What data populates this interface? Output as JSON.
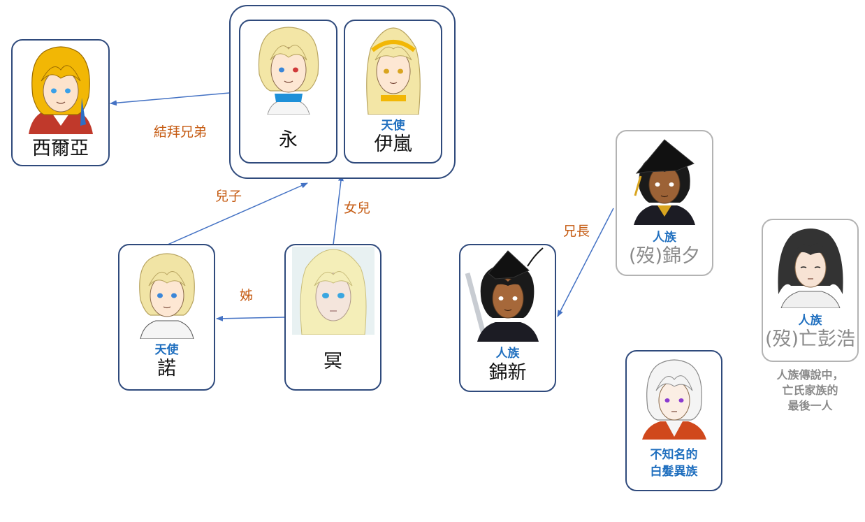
{
  "colors": {
    "card_border": "#2f4a7c",
    "card_border_dead": "#b3b3b3",
    "arrow": "#4472c4",
    "relation_label": "#c55a11",
    "race_label": "#1f6fbf",
    "dead_text": "#8a8a8a"
  },
  "characters": {
    "cilia": {
      "name": "西爾亞",
      "hair": "#f2b705"
    },
    "yong": {
      "name": "永",
      "hair": "#f3e6a6"
    },
    "yilan": {
      "race": "天使",
      "name": "伊嵐",
      "hair": "#f3e6a6"
    },
    "nuo": {
      "race": "天使",
      "name": "諾",
      "hair": "#f1e4a5"
    },
    "ming": {
      "name": "冥",
      "hair": "#f4eeb8"
    },
    "jinxin": {
      "race": "人族",
      "name": "錦新",
      "hair": "#1a1a1a"
    },
    "jinxi": {
      "race": "人族",
      "name": "(歿)錦夕",
      "hair": "#1a1a1a"
    },
    "penghao": {
      "race": "人族",
      "name": "(歿)亡彭浩",
      "hair": "#333333"
    },
    "whitehair": {
      "name_line1": "不知名的",
      "name_line2": "白髮異族",
      "hair": "#f4f4f4"
    }
  },
  "relations": {
    "sworn_brothers": "結拜兄弟",
    "son": "兒子",
    "daughter": "女兒",
    "elder_sister": "姊",
    "elder_brother": "兄長"
  },
  "notes": {
    "penghao_line1": "人族傳說中，",
    "penghao_line2": "亡氏家族的",
    "penghao_line3": "最後一人"
  }
}
